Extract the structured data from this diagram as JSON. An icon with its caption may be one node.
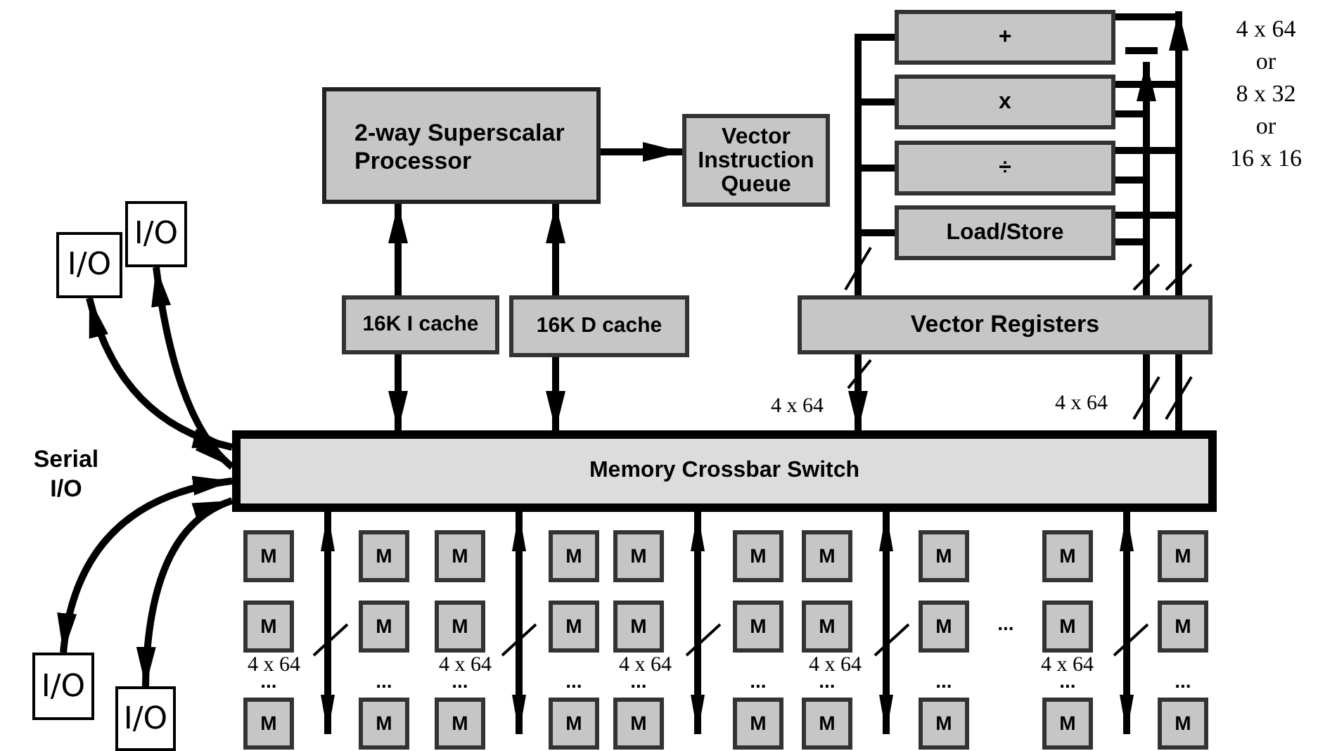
{
  "diagram": {
    "nodes": [
      {
        "text": [
          "2-way Superscalar Processor"
        ]
      },
      {
        "text": [
          "Vector Instruction Queue"
        ]
      },
      {
        "text": [
          "+"
        ]
      },
      {
        "text": [
          "x"
        ]
      },
      {
        "text": [
          "÷"
        ]
      },
      {
        "text": [
          "Load/Store"
        ]
      },
      {
        "text": [
          "16K I cache"
        ]
      },
      {
        "text": [
          "16K D cache"
        ]
      },
      {
        "text": [
          "Vector Registers"
        ]
      },
      {
        "text": [
          "Memory Crossbar Switch"
        ]
      },
      {
        "text": [
          "I/O"
        ]
      },
      {
        "text": [
          "I/O"
        ]
      },
      {
        "text": [
          "I/O"
        ]
      },
      {
        "text": [
          "I/O"
        ]
      },
      {
        "text": [
          "M"
        ]
      },
      {
        "text": [
          "M"
        ]
      },
      {
        "text": [
          "M"
        ]
      },
      {
        "text": [
          "M"
        ]
      },
      {
        "text": [
          "M"
        ]
      },
      {
        "text": [
          "M"
        ]
      },
      {
        "text": [
          "M"
        ]
      },
      {
        "text": [
          "M"
        ]
      },
      {
        "text": [
          "M"
        ]
      },
      {
        "text": [
          "M"
        ]
      },
      {
        "text": [
          "M"
        ]
      },
      {
        "text": [
          "M"
        ]
      },
      {
        "text": [
          "M"
        ]
      },
      {
        "text": [
          "M"
        ]
      },
      {
        "text": [
          "M"
        ]
      },
      {
        "text": [
          "M"
        ]
      },
      {
        "text": [
          "M"
        ]
      },
      {
        "text": [
          "M"
        ]
      },
      {
        "text": [
          "M"
        ]
      },
      {
        "text": [
          "M"
        ]
      },
      {
        "text": [
          "M"
        ]
      },
      {
        "text": [
          "M"
        ]
      },
      {
        "text": [
          "M"
        ]
      },
      {
        "text": [
          "M"
        ]
      },
      {
        "text": [
          "M"
        ]
      },
      {
        "text": [
          "M"
        ]
      },
      {
        "text": [
          "M"
        ]
      },
      {
        "text": [
          "M"
        ]
      },
      {
        "text": [
          "M"
        ]
      },
      {
        "text": [
          "M"
        ]
      }
    ],
    "edges": [
      {
        "from": 0,
        "to": 1,
        "arrow": "to"
      },
      {
        "from": 6,
        "to": 0,
        "arrow": "to"
      },
      {
        "from": 7,
        "to": 0,
        "arrow": "to"
      },
      {
        "from": 6,
        "to": 9,
        "arrow": "to"
      },
      {
        "from": 7,
        "to": 9,
        "arrow": "to"
      },
      {
        "from": 8,
        "to": 9,
        "arrow": "to"
      },
      {
        "from": 8,
        "to": 2,
        "arrow": "none"
      },
      {
        "from": 8,
        "to": 3,
        "arrow": "none"
      },
      {
        "from": 8,
        "to": 4,
        "arrow": "none"
      },
      {
        "from": 8,
        "to": 5,
        "arrow": "none"
      },
      {
        "from": 8,
        "to": null,
        "arrow": "to"
      },
      {
        "from": 8,
        "to": 2,
        "arrow": "to"
      },
      {
        "from": 9,
        "to": 34,
        "arrow": "both"
      },
      {
        "from": 9,
        "to": 36,
        "arrow": "both"
      },
      {
        "from": 9,
        "to": 38,
        "arrow": "both"
      },
      {
        "from": 9,
        "to": 40,
        "arrow": "both"
      },
      {
        "from": 9,
        "to": 42,
        "arrow": "both"
      },
      {
        "from": 10,
        "to": 9,
        "arrow": "both"
      },
      {
        "from": 11,
        "to": 9,
        "arrow": "both"
      },
      {
        "from": 12,
        "to": 9,
        "arrow": "both"
      },
      {
        "from": 13,
        "to": 9,
        "arrow": "both"
      },
      {
        "from": 2,
        "to": 8,
        "arrow": "none"
      },
      {
        "from": 3,
        "to": 8,
        "arrow": "none"
      },
      {
        "from": 3,
        "to": 8,
        "arrow": "none"
      },
      {
        "from": 4,
        "to": 8,
        "arrow": "none"
      },
      {
        "from": 4,
        "to": 8,
        "arrow": "none"
      },
      {
        "from": 5,
        "to": 8,
        "arrow": "none"
      },
      {
        "from": 5,
        "to": 8,
        "arrow": "none"
      },
      {
        "from": 8,
        "to": 9,
        "arrow": "none"
      },
      {
        "from": 8,
        "to": 9,
        "arrow": "none"
      }
    ],
    "labels": [
      "4 x 64",
      "or",
      "8 x 32",
      "or",
      "16 x 16",
      "4 x 64",
      "4 x 64",
      "Serial I/O",
      "...",
      "4 x 64",
      "4 x 64",
      "4 x 64",
      "4 x 64",
      "4 x 64",
      "...",
      "...",
      "...",
      "...",
      "...",
      "...",
      "...",
      "...",
      "...",
      "..."
    ]
  }
}
